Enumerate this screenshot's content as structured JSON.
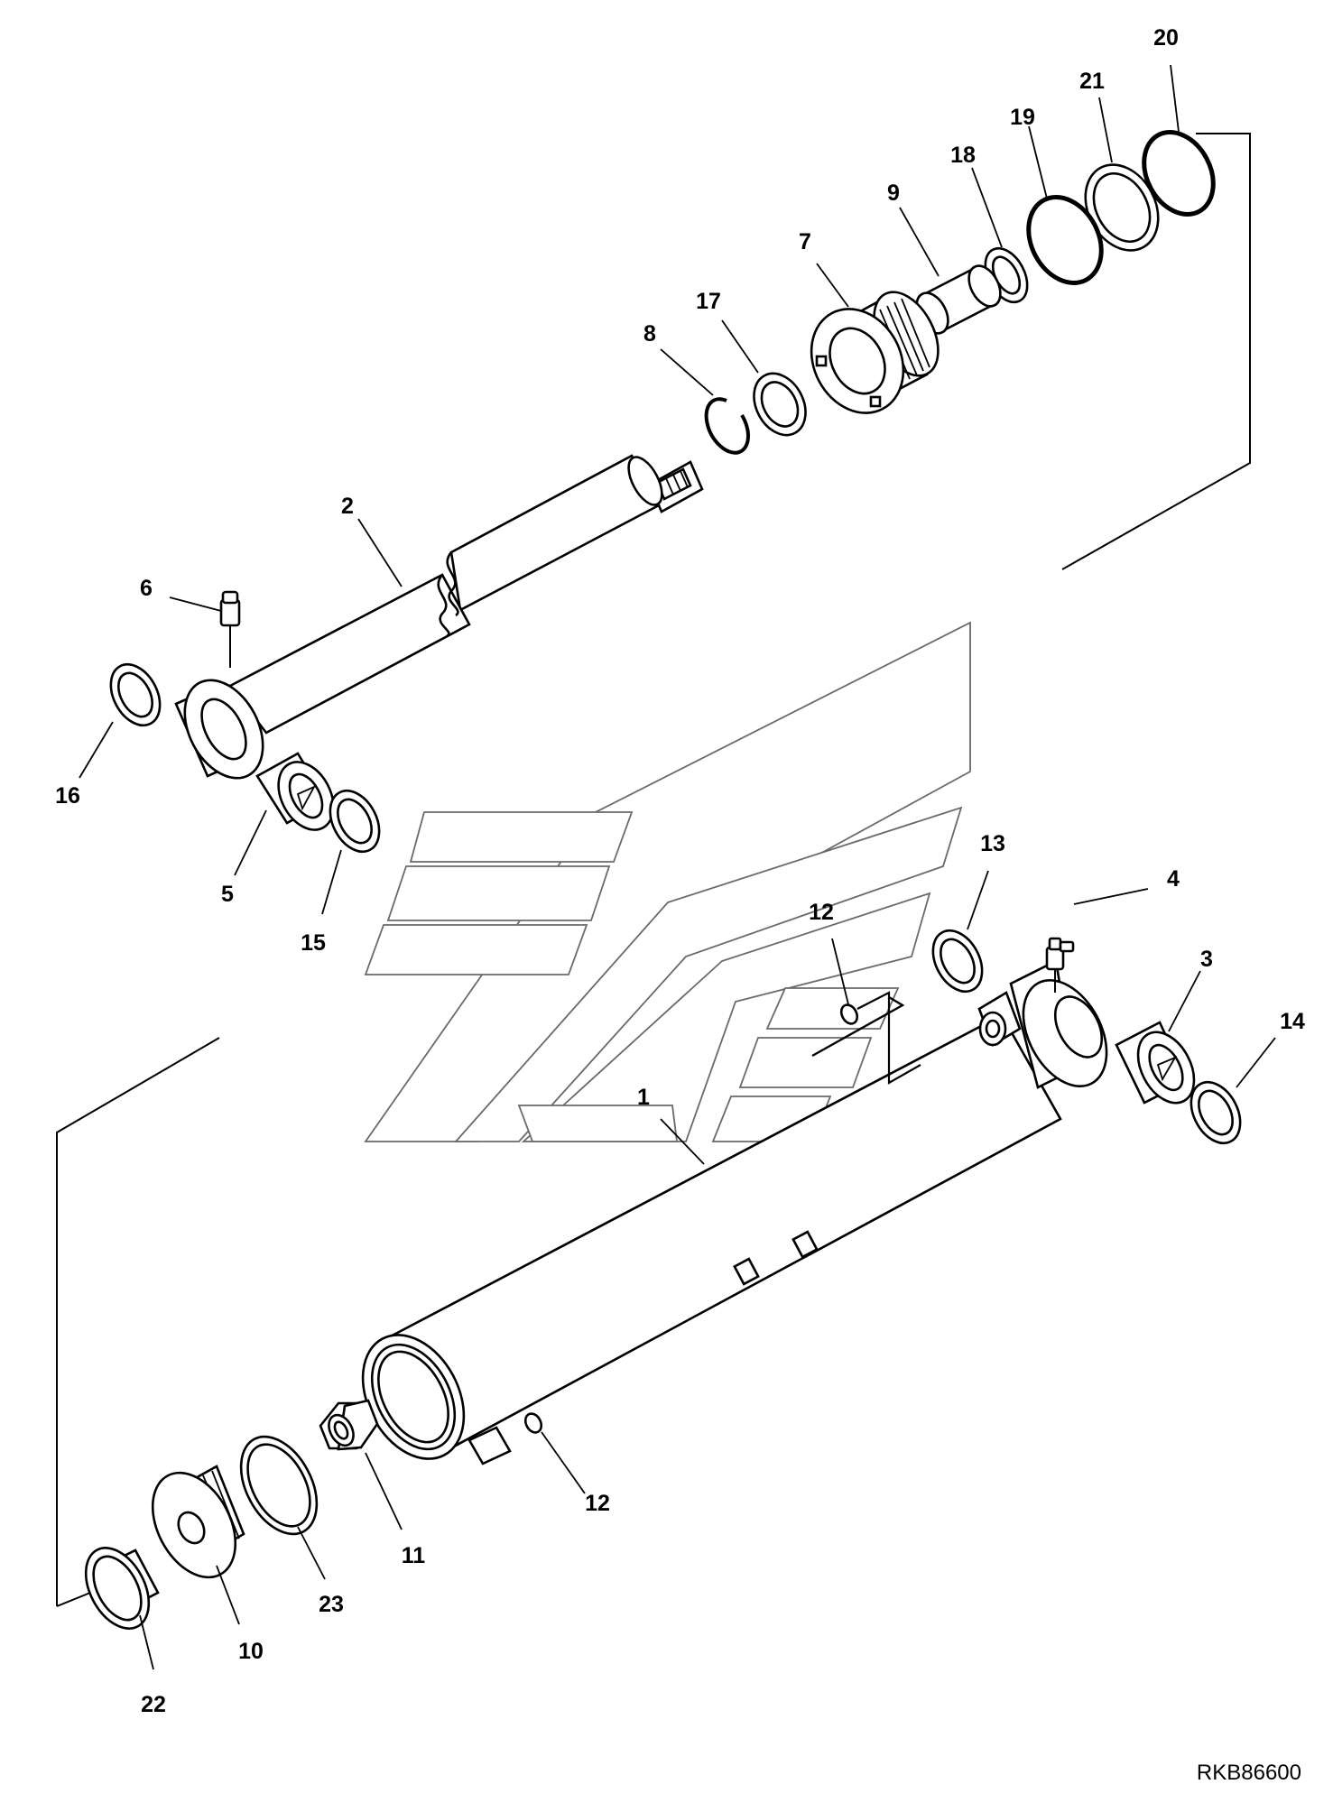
{
  "drawing": {
    "reference_code": "RKB86600",
    "callouts": [
      "20",
      "21",
      "19",
      "18",
      "9",
      "7",
      "17",
      "8",
      "2",
      "6",
      "16",
      "5",
      "15",
      "13",
      "4",
      "12",
      "3",
      "14",
      "1",
      "12",
      "11",
      "23",
      "10",
      "22"
    ]
  }
}
